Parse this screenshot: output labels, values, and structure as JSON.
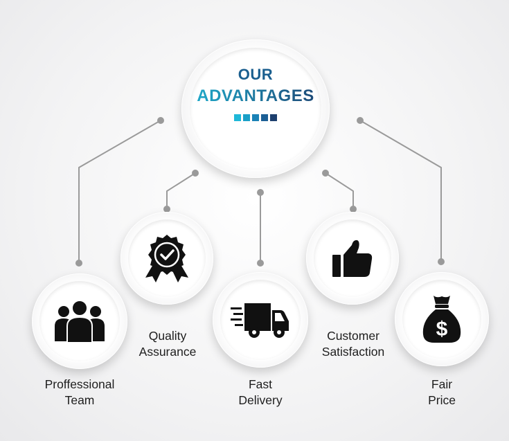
{
  "title": {
    "line1": "OUR",
    "line2": "ADVANTAGES"
  },
  "colors": {
    "title_gradient_start": "#1fb3d2",
    "title_gradient_end": "#1d3f6e",
    "squares": [
      "#1fb8d8",
      "#1aa0c8",
      "#1a82b6",
      "#1c5f95",
      "#1d3f6e"
    ],
    "connector": "#9a9a9a",
    "icon": "#111111"
  },
  "items": [
    {
      "icon": "team-icon",
      "line1": "Proffessional",
      "line2": "Team"
    },
    {
      "icon": "award-badge-icon",
      "line1": "Quality",
      "line2": "Assurance"
    },
    {
      "icon": "delivery-truck-icon",
      "line1": "Fast",
      "line2": "Delivery"
    },
    {
      "icon": "thumbs-up-icon",
      "line1": "Customer",
      "line2": "Satisfaction"
    },
    {
      "icon": "money-bag-icon",
      "line1": "Fair",
      "line2": "Price"
    }
  ]
}
